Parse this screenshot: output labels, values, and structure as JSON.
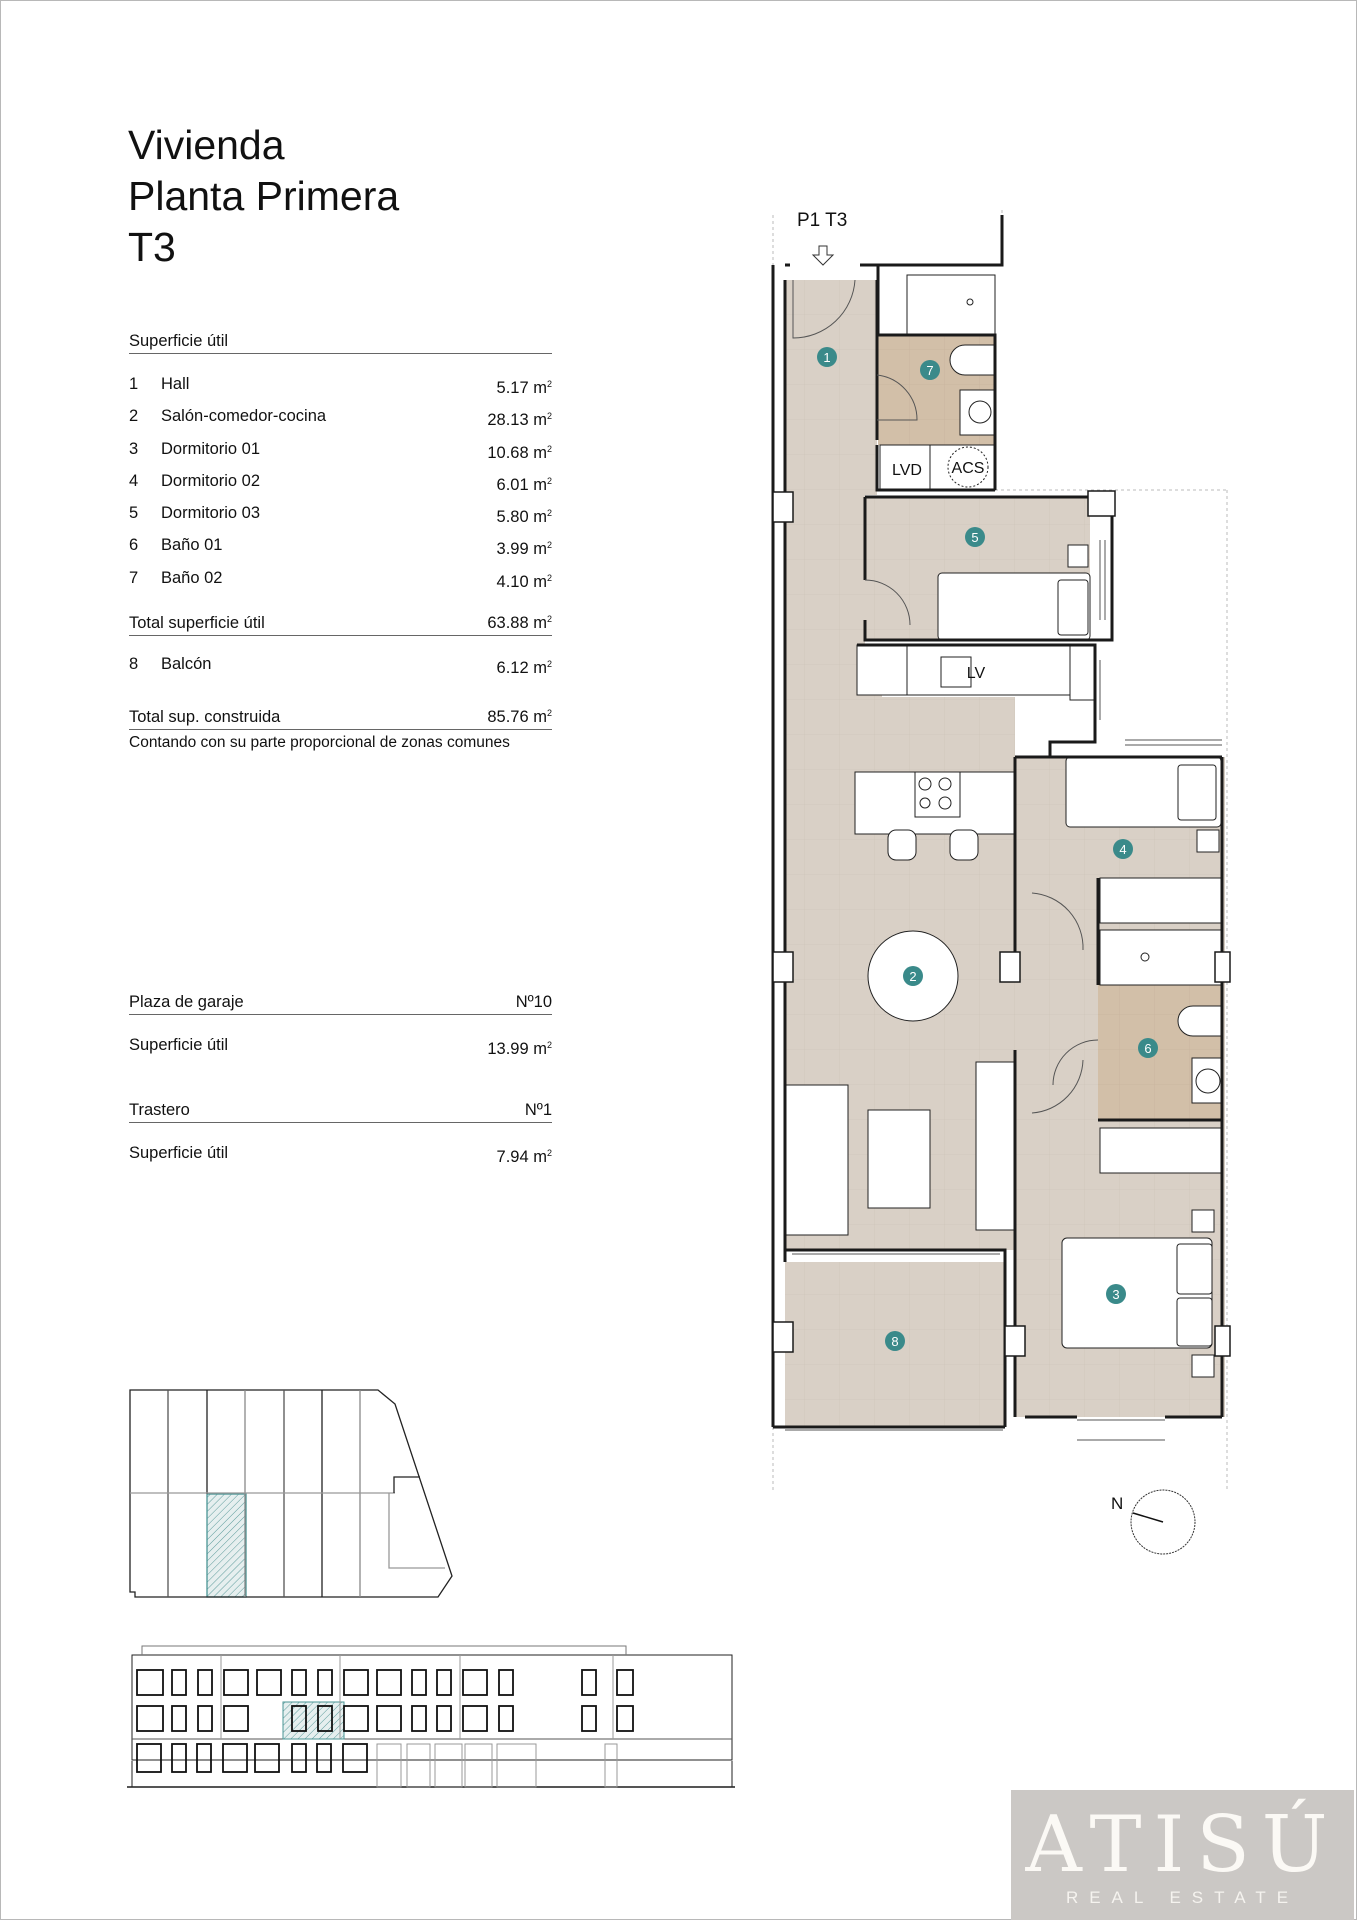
{
  "document": {
    "title_lines": [
      "Vivienda",
      "Planta Primera",
      "T3"
    ]
  },
  "superficie_util": {
    "header": "Superficie útil",
    "rooms": [
      {
        "num": "1",
        "name": "Hall",
        "area": "5.17 m",
        "unit_sup": "2"
      },
      {
        "num": "2",
        "name": "Salón-comedor-cocina",
        "area": "28.13 m",
        "unit_sup": "2"
      },
      {
        "num": "3",
        "name": "Dormitorio 01",
        "area": "10.68 m",
        "unit_sup": "2"
      },
      {
        "num": "4",
        "name": "Dormitorio 02",
        "area": "6.01 m",
        "unit_sup": "2"
      },
      {
        "num": "5",
        "name": "Dormitorio 03",
        "area": "5.80 m",
        "unit_sup": "2"
      },
      {
        "num": "6",
        "name": "Baño 01",
        "area": "3.99 m",
        "unit_sup": "2"
      },
      {
        "num": "7",
        "name": "Baño 02",
        "area": "4.10 m",
        "unit_sup": "2"
      }
    ],
    "total_label": "Total superficie útil",
    "total_value": "63.88 m",
    "balcony": {
      "num": "8",
      "name": "Balcón",
      "area": "6.12 m"
    },
    "total_built_label": "Total sup. construida",
    "total_built_value": "85.76 m",
    "note": "Contando con su parte proporcional de zonas comunes",
    "unit_sup": "2"
  },
  "garage": {
    "label": "Plaza de garaje",
    "number": "Nº10",
    "area_label": "Superficie útil",
    "area_value": "13.99 m"
  },
  "storage": {
    "label": "Trastero",
    "number": "Nº1",
    "area_label": "Superficie útil",
    "area_value": "7.94 m"
  },
  "plan": {
    "unit_label": "P1 T3",
    "fixture_labels": {
      "lvd": "LVD",
      "acs": "ACS",
      "lv": "LV"
    },
    "markers": [
      "1",
      "2",
      "3",
      "4",
      "5",
      "6",
      "7",
      "8"
    ],
    "compass_label": "N"
  },
  "colors": {
    "floor": "#d9d0c6",
    "bath_floor": "#d2bfa8",
    "marker": "#3a8a8a",
    "highlight": "#4a9494",
    "logo_bg": "#cbc8c5"
  },
  "logo": {
    "main": "ATISÚ",
    "sub": "REAL ESTATE"
  }
}
